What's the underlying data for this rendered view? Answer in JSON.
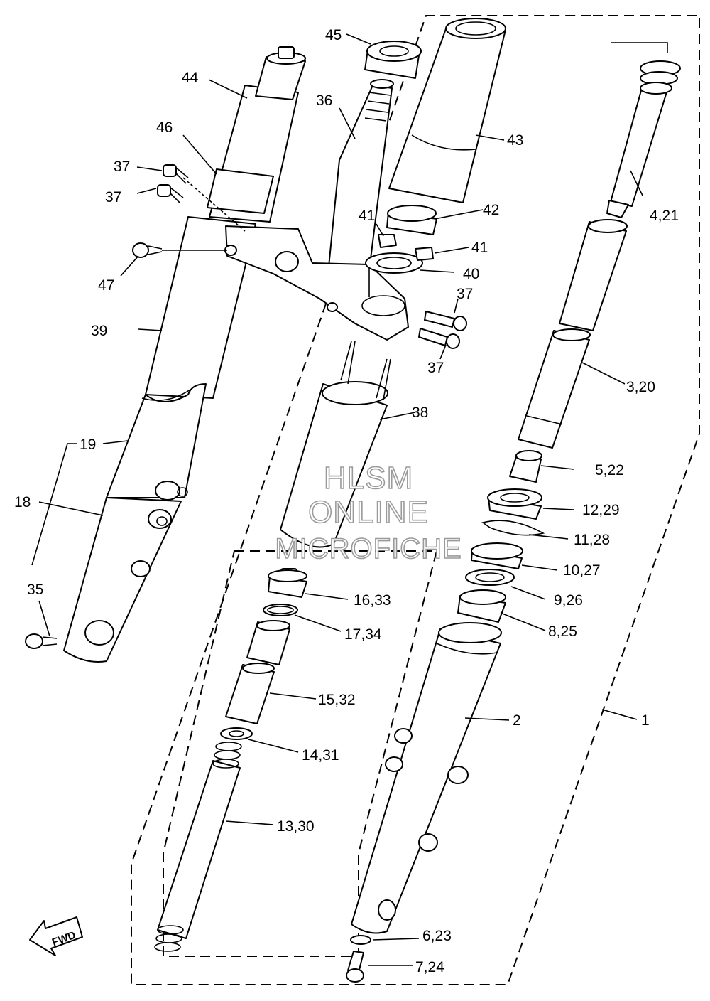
{
  "callouts": {
    "c1": "1",
    "c2": "2",
    "c3_20": "3,20",
    "c4_21": "4,21",
    "c5_22": "5,22",
    "c6_23": "6,23",
    "c7_24": "7,24",
    "c8_25": "8,25",
    "c9_26": "9,26",
    "c10_27": "10,27",
    "c11_28": "11,28",
    "c12_29": "12,29",
    "c13_30": "13,30",
    "c14_31": "14,31",
    "c15_32": "15,32",
    "c16_33": "16,33",
    "c17_34": "17,34",
    "c18": "18",
    "c19": "19",
    "c35": "35",
    "c36": "36",
    "c37a": "37",
    "c37b": "37",
    "c37c": "37",
    "c37d": "37",
    "c38": "38",
    "c39": "39",
    "c40": "40",
    "c41a": "41",
    "c41b": "41",
    "c42": "42",
    "c43": "43",
    "c44": "44",
    "c45": "45",
    "c46": "46",
    "c47": "47"
  },
  "watermark": {
    "line1": "HLSM",
    "line2": "ONLINE",
    "line3": "MICROFICHE"
  },
  "direction_badge": {
    "label": "FWD",
    "icon": "arrow-icon"
  }
}
